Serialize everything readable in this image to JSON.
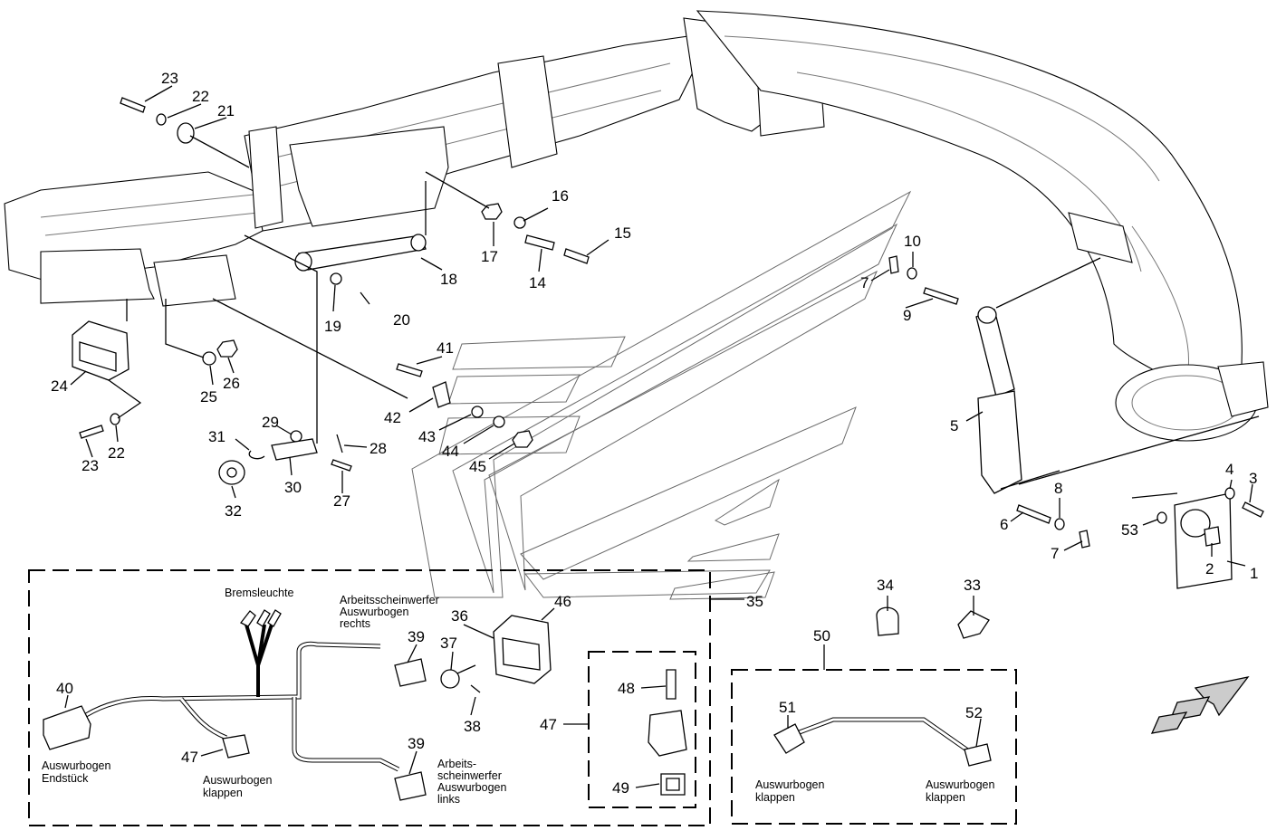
{
  "callouts": [
    {
      "n": "1"
    },
    {
      "n": "2"
    },
    {
      "n": "3"
    },
    {
      "n": "4"
    },
    {
      "n": "5"
    },
    {
      "n": "6"
    },
    {
      "n": "7"
    },
    {
      "n": "7"
    },
    {
      "n": "8"
    },
    {
      "n": "9"
    },
    {
      "n": "10"
    },
    {
      "n": "14"
    },
    {
      "n": "15"
    },
    {
      "n": "16"
    },
    {
      "n": "17"
    },
    {
      "n": "18"
    },
    {
      "n": "19"
    },
    {
      "n": "20"
    },
    {
      "n": "21"
    },
    {
      "n": "22"
    },
    {
      "n": "22"
    },
    {
      "n": "23"
    },
    {
      "n": "23"
    },
    {
      "n": "24"
    },
    {
      "n": "25"
    },
    {
      "n": "26"
    },
    {
      "n": "27"
    },
    {
      "n": "28"
    },
    {
      "n": "29"
    },
    {
      "n": "30"
    },
    {
      "n": "31"
    },
    {
      "n": "32"
    },
    {
      "n": "33"
    },
    {
      "n": "34"
    },
    {
      "n": "35"
    },
    {
      "n": "36"
    },
    {
      "n": "37"
    },
    {
      "n": "38"
    },
    {
      "n": "39"
    },
    {
      "n": "39"
    },
    {
      "n": "40"
    },
    {
      "n": "41"
    },
    {
      "n": "42"
    },
    {
      "n": "43"
    },
    {
      "n": "44"
    },
    {
      "n": "45"
    },
    {
      "n": "46"
    },
    {
      "n": "47"
    },
    {
      "n": "47"
    },
    {
      "n": "48"
    },
    {
      "n": "49"
    },
    {
      "n": "50"
    },
    {
      "n": "51"
    },
    {
      "n": "52"
    },
    {
      "n": "53"
    }
  ],
  "labels": {
    "bremsleuchte": "Bremsleuchte",
    "aw_rechts": [
      "Arbeitsscheinwerfer",
      "Auswurbogen",
      "rechts"
    ],
    "aw_links": [
      "Arbeits-",
      "scheinwerfer",
      "Auswurbogen",
      "links"
    ],
    "endstueck": [
      "Auswurbogen",
      "Endstück"
    ],
    "klappen_harness": [
      "Auswurbogen",
      "klappen"
    ],
    "klappen_51": [
      "Auswurbogen",
      "klappen"
    ],
    "klappen_52": [
      "Auswurbogen",
      "klappen"
    ]
  }
}
